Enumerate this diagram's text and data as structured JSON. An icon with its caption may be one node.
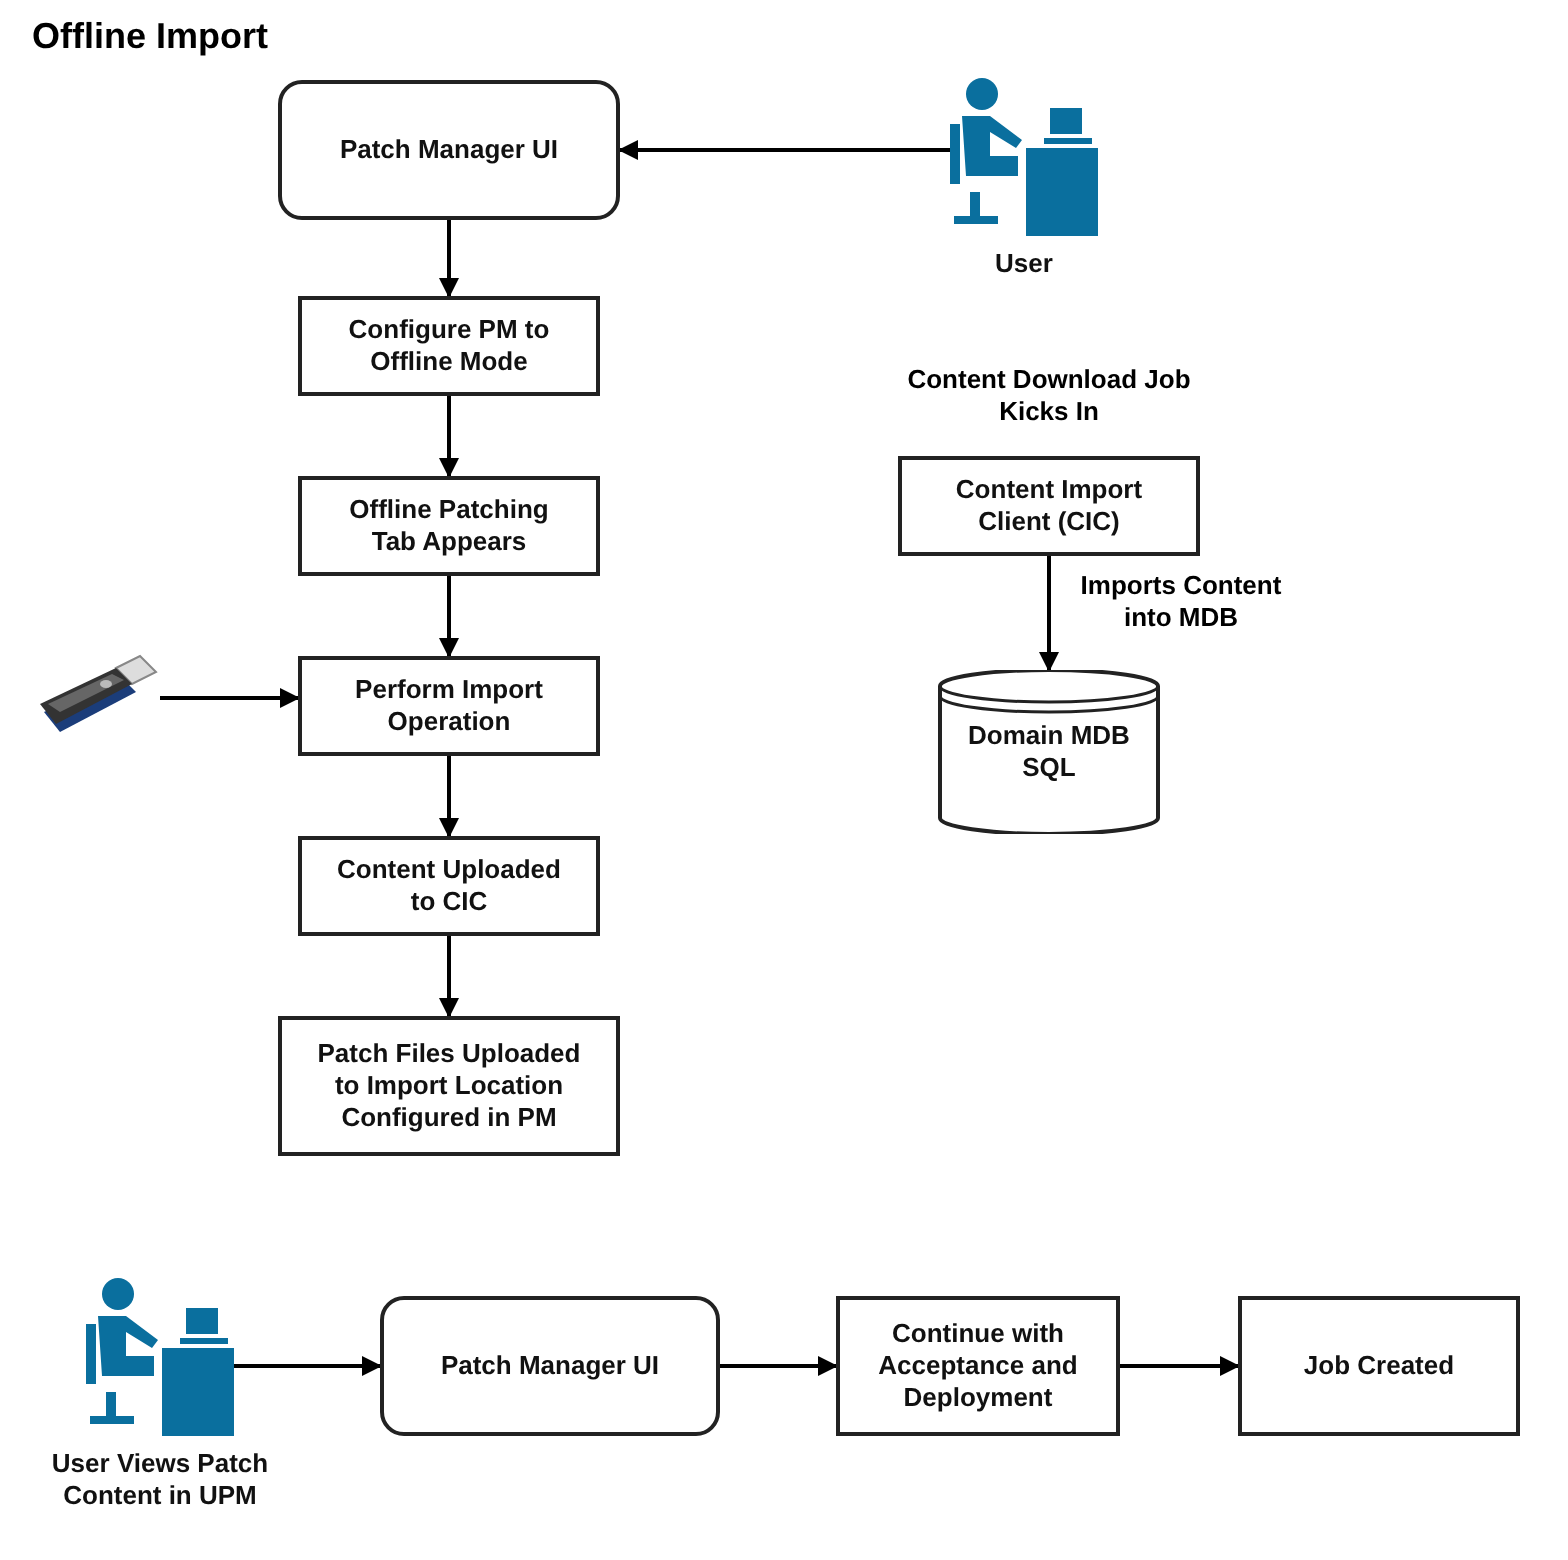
{
  "diagram": {
    "title": "Offline Import",
    "nodes": [
      {
        "text": [
          "Patch Manager UI"
        ]
      },
      {
        "text": [
          "Configure PM to Offline Mode"
        ]
      },
      {
        "text": [
          "Offline Patching Tab Appears"
        ]
      },
      {
        "text": [
          "Perform Import Operation"
        ]
      },
      {
        "text": [
          "Content Uploaded to CIC"
        ]
      },
      {
        "text": [
          "Patch Files Uploaded to Import Location Configured in PM"
        ]
      },
      {
        "text": [
          "User"
        ]
      },
      {
        "text": [],
        "shape": "picture"
      },
      {
        "text": [
          "Content Import Client (CIC)"
        ],
        "beside": [
          "Content Download Job Kicks In"
        ]
      },
      {
        "text": [
          "Domain MDB SQL"
        ]
      },
      {
        "text": [
          "User Views Patch Content in UPM"
        ]
      },
      {
        "text": [
          "Patch Manager UI"
        ]
      },
      {
        "text": [
          "Continue with Acceptance and Deployment"
        ]
      },
      {
        "text": [
          "Job Created"
        ]
      }
    ],
    "edges": [
      {
        "from": 0,
        "to": 1,
        "arrow": "to"
      },
      {
        "from": 1,
        "to": 2,
        "arrow": "to"
      },
      {
        "from": 2,
        "to": 3,
        "arrow": "to"
      },
      {
        "from": 3,
        "to": 4,
        "arrow": "to"
      },
      {
        "from": 4,
        "to": 5,
        "arrow": "to"
      },
      {
        "from": 6,
        "to": 0,
        "arrow": "to"
      },
      {
        "from": 7,
        "to": 3,
        "arrow": "to"
      },
      {
        "from": 8,
        "to": 9,
        "arrow": "to",
        "label": "Imports Content into MDB"
      },
      {
        "from": 10,
        "to": 11,
        "arrow": "to"
      },
      {
        "from": 11,
        "to": 12,
        "arrow": "to"
      },
      {
        "from": 12,
        "to": 13,
        "arrow": "to"
      }
    ]
  }
}
